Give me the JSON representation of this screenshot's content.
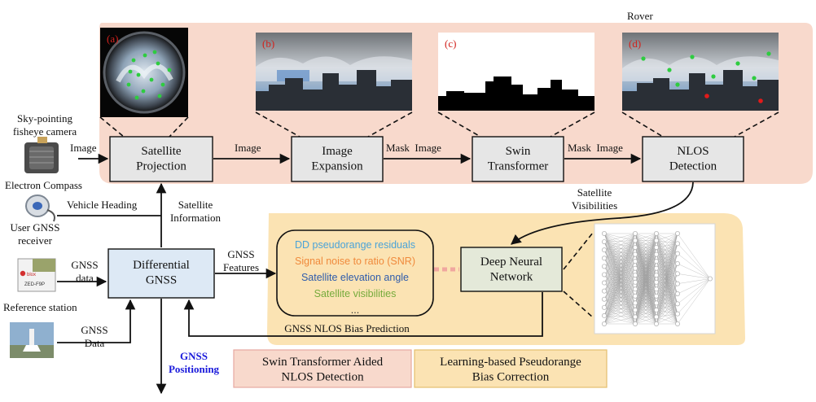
{
  "regions": {
    "detection_label": "Swin Transformer Aided\nNLOS Detection",
    "correction_label": "Learning-based Pseudorange\nBias Correction",
    "detection_color": "#f8d9cc",
    "correction_color": "#fbe3b3"
  },
  "images": {
    "a": "(a)",
    "b": "(b)",
    "c": "(c)",
    "d": "(d)",
    "rover": "Rover"
  },
  "boxes": {
    "satellite_projection": "Satellite\nProjection",
    "image_expansion": "Image\nExpansion",
    "swin_transformer": "Swin\nTransformer",
    "nlos_detection": "NLOS\nDetection",
    "differential_gnss": "Differential\nGNSS",
    "deep_neural_network": "Deep Neural\nNetwork"
  },
  "sensors": {
    "fisheye_camera": "Sky-pointing\nfisheye camera",
    "electron_compass": "Electron Compass",
    "gnss_receiver": "User GNSS\nreceiver",
    "reference_station": "Reference station",
    "receiver_chip": "ZED-F9P",
    "receiver_brand": "blox"
  },
  "arrows": {
    "image_1": "Image",
    "image_2": "Image",
    "mask_image_1": "Mask  Image",
    "mask_image_2": "Mask  Image",
    "vehicle_heading": "Vehicle Heading",
    "satellite_information": "Satellite\nInformation",
    "gnss_data_1": "GNSS\ndata",
    "gnss_data_2": "GNSS\nData",
    "gnss_features": "GNSS\nFeatures",
    "satellite_visibilities": "Satellite\nVisibilities",
    "gnss_positioning": "GNSS\nPositioning"
  },
  "features": {
    "items": [
      {
        "text": "DD pseudorange residuals",
        "color": "#4aa3d8"
      },
      {
        "text": "Signal noise to ratio (SNR)",
        "color": "#f08a3c"
      },
      {
        "text": "Satellite elevation angle",
        "color": "#2f5cab"
      },
      {
        "text": "Satellite visibilities",
        "color": "#76ab3c"
      },
      {
        "text": "...",
        "color": "#333333"
      }
    ],
    "caption": "GNSS NLOS Bias Prediction"
  },
  "colors": {
    "box_fill": "#e6e6e6",
    "gnss_box_fill": "#dde9f5",
    "dnn_box_fill": "#e4e9d9",
    "positioning_text": "#1a1adb"
  }
}
